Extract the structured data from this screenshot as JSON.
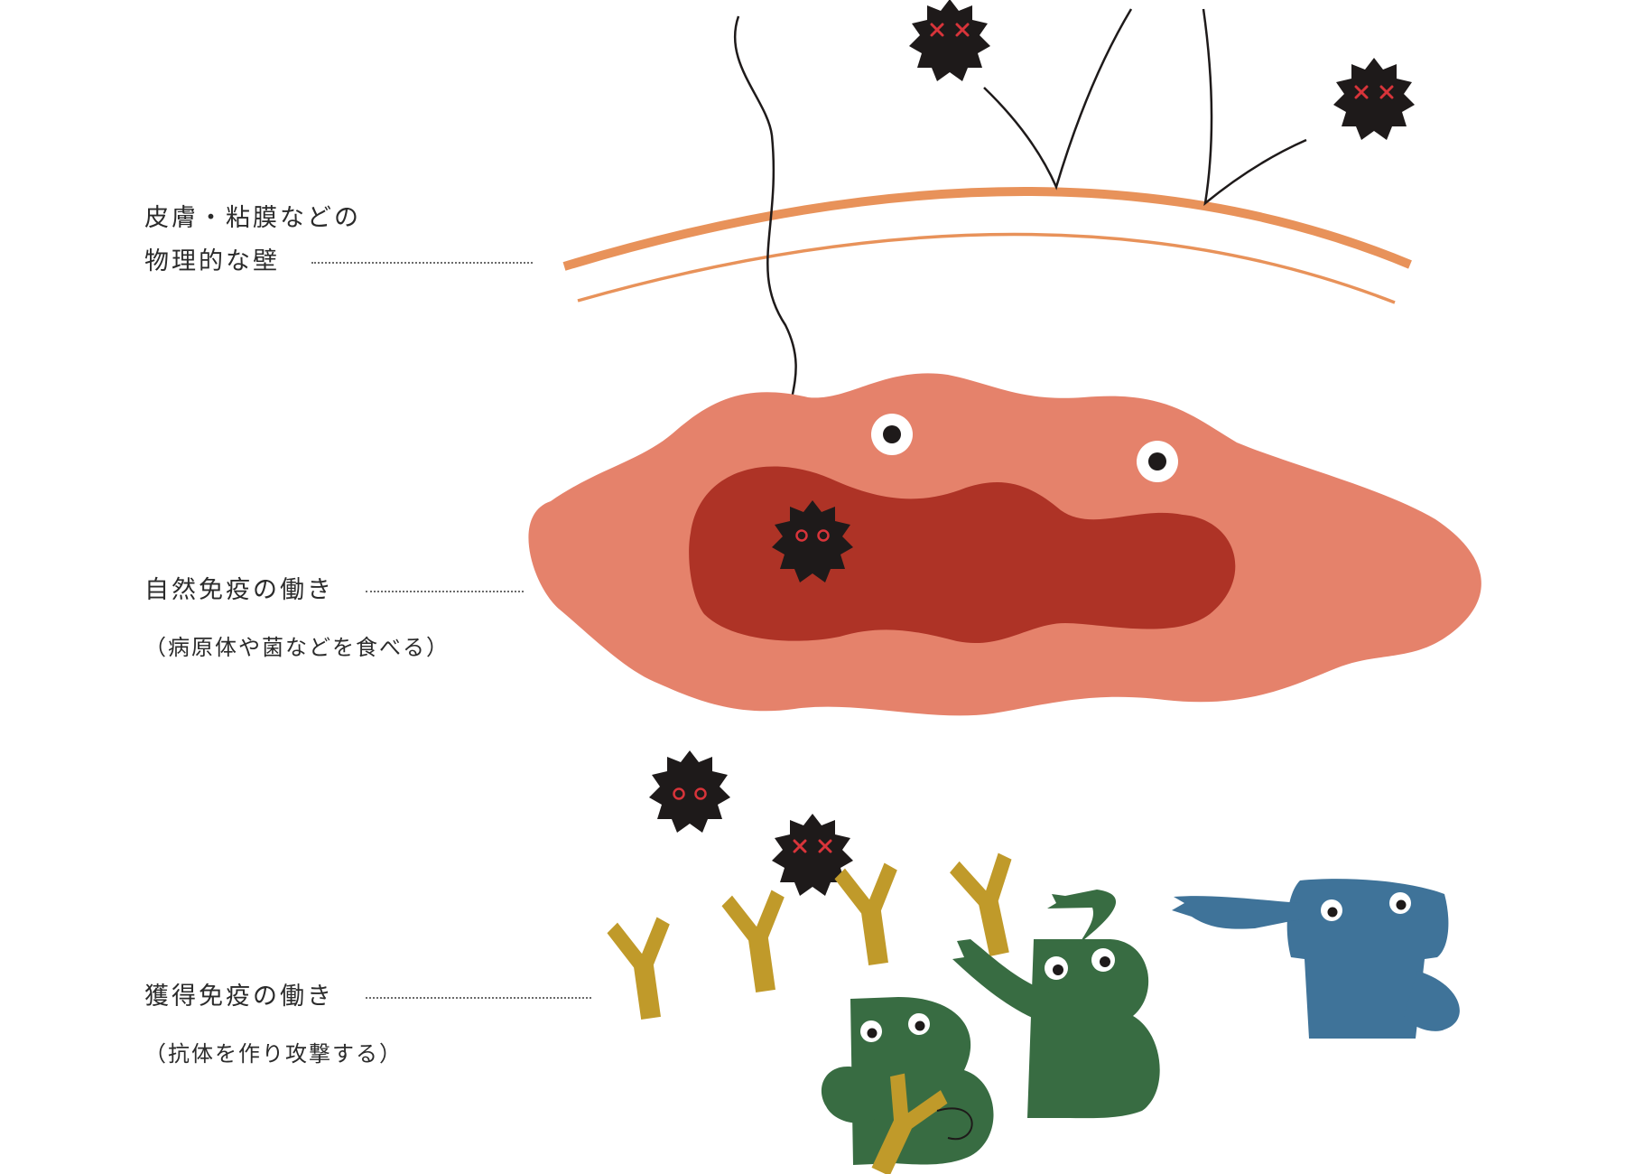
{
  "labels": {
    "barrier": {
      "line1": "皮膚・粘膜などの",
      "line2": "物理的な壁"
    },
    "innate": {
      "title": "自然免疫の働き",
      "note": "（病原体や菌などを食べる）"
    },
    "adaptive": {
      "title": "獲得免疫の働き",
      "note": "（抗体を作り攻撃する）"
    }
  },
  "colors": {
    "skin_line": "#E8925A",
    "phagocyte_outer": "#E5826B",
    "phagocyte_inner": "#AE3326",
    "pathogen": "#1E1A1A",
    "pathogen_eyes": "#D8343A",
    "antibody": "#C09A2A",
    "b_cell": "#386C42",
    "t_cell": "#3F7399",
    "text": "#2B2B2B"
  },
  "icons": [
    "pathogen-icon",
    "antibody-icon",
    "phagocyte-icon",
    "b-cell-icon",
    "t-cell-icon"
  ]
}
